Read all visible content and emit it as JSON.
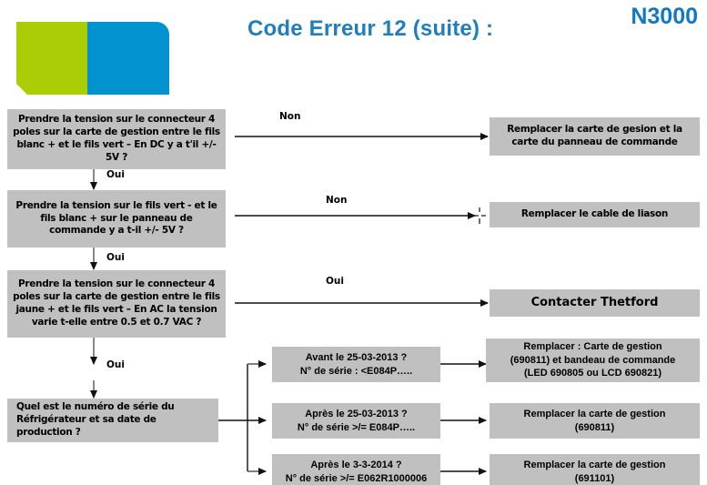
{
  "header": {
    "title": "Code Erreur  12 (suite) :",
    "model": "N3000",
    "title_color": "#1f7ec0",
    "logo": {
      "name": "thetford-logo",
      "green": "#aacd06",
      "blue": "#0292d0"
    }
  },
  "flow": {
    "box_fill": "#c0c0c0",
    "left_column": [
      {
        "id": "q1",
        "text": "Prendre la tension sur le connecteur 4 poles sur la carte de gestion entre le fils blanc + et le fils vert – En DC y a t'il +/- 5V ?"
      },
      {
        "id": "q2",
        "text": "Prendre la tension sur le fils vert  - et le fils blanc + sur le panneau de commande y a t-il +/- 5V ?"
      },
      {
        "id": "q3",
        "text": "Prendre la tension sur le connecteur 4 poles sur la carte de gestion entre le fils jaune + et le fils vert – En AC la tension varie t-elle entre 0.5 et 0.7 VAC ?"
      },
      {
        "id": "q4",
        "text": "Quel est  le numéro de série du Réfrigérateur et sa date de production   ?"
      }
    ],
    "middle_column": [
      {
        "id": "d1",
        "line1": "Avant le 25-03-2013 ?",
        "line2": "N°  de série : <E084P….."
      },
      {
        "id": "d2",
        "line1": "Après le 25-03-2013 ?",
        "line2": "N°  de série >/= E084P….."
      },
      {
        "id": "d3",
        "line1": "Après le  3-3-2014 ?",
        "line2": "N°  de série >/= E062R1000006"
      }
    ],
    "right_column": [
      {
        "id": "r1",
        "text": "Remplacer la carte de gesion et la carte du panneau de  commande"
      },
      {
        "id": "r2",
        "text": "Remplacer le cable de liason"
      },
      {
        "id": "r3",
        "text": "Contacter Thetford"
      },
      {
        "id": "r4",
        "line1": "Remplacer : Carte de gestion",
        "line2": "(690811) et bandeau de commande",
        "line3": "(LED 690805 ou LCD 690821)"
      },
      {
        "id": "r5",
        "line1": "Remplacer la carte de gestion",
        "line2": "(690811)"
      },
      {
        "id": "r6",
        "line1": "Remplacer la carte de gestion",
        "line2": "(691101)"
      }
    ],
    "edge_labels": {
      "h1": "Non",
      "h2": "Non",
      "h3": "Oui",
      "v1": "Oui",
      "v2": "Oui",
      "v3": "Oui"
    }
  }
}
